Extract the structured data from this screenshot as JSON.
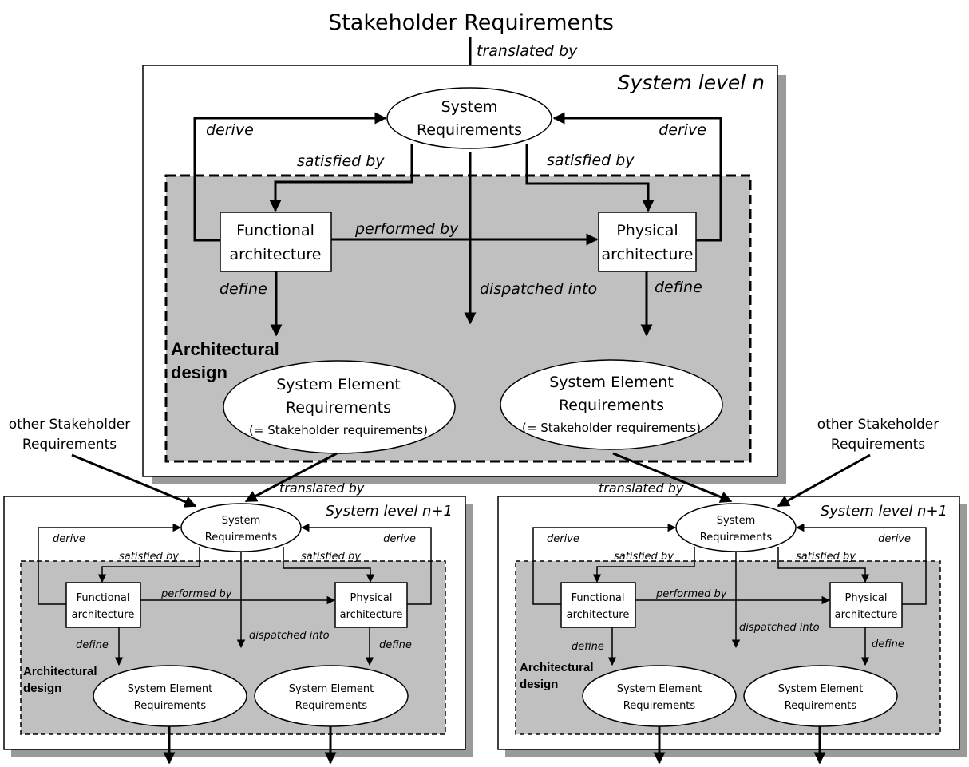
{
  "title": "Stakeholder Requirements",
  "top_translated": "translated by",
  "top": {
    "level": "System level n",
    "sysreq": [
      "System",
      "Requirements"
    ],
    "derive_left": "derive",
    "derive_right": "derive",
    "satisfied_left": "satisfied by",
    "satisfied_right": "satisfied by",
    "functional": [
      "Functional",
      "architecture"
    ],
    "physical": [
      "Physical",
      "architecture"
    ],
    "performed": "performed by",
    "define_left": "define",
    "define_right": "define",
    "dispatched": "dispatched into",
    "arch": [
      "Architectural",
      "design"
    ],
    "ser_left": [
      "System Element",
      "Requirements",
      "(= Stakeholder requirements)"
    ],
    "ser_right": [
      "System Element",
      "Requirements",
      "(= Stakeholder requirements)"
    ]
  },
  "other_left": [
    "other Stakeholder",
    "Requirements"
  ],
  "other_right": [
    "other Stakeholder",
    "Requirements"
  ],
  "translated_left": "translated by",
  "translated_right": "translated by",
  "sub_left": {
    "level": "System level n+1",
    "sysreq": [
      "System",
      "Requirements"
    ],
    "derive_left": "derive",
    "derive_right": "derive",
    "satisfied_left": "satisfied by",
    "satisfied_right": "satisfied by",
    "functional": [
      "Functional",
      "architecture"
    ],
    "physical": [
      "Physical",
      "architecture"
    ],
    "performed": "performed by",
    "define_left": "define",
    "define_right": "define",
    "dispatched": "dispatched into",
    "arch": [
      "Architectural",
      "design"
    ],
    "ser_left": [
      "System Element",
      "Requirements"
    ],
    "ser_right": [
      "System Element",
      "Requirements"
    ]
  },
  "sub_right": {
    "level": "System level n+1",
    "sysreq": [
      "System",
      "Requirements"
    ],
    "derive_left": "derive",
    "derive_right": "derive",
    "satisfied_left": "satisfied by",
    "satisfied_right": "satisfied by",
    "functional": [
      "Functional",
      "architecture"
    ],
    "physical": [
      "Physical",
      "architecture"
    ],
    "performed": "performed by",
    "define_left": "define",
    "define_right": "define",
    "dispatched": "dispatched into",
    "arch": [
      "Architectural",
      "design"
    ],
    "ser_left": [
      "System Element",
      "Requirements"
    ],
    "ser_right": [
      "System Element",
      "Requirements"
    ]
  },
  "colors": {
    "shadow": "#9a9a9a",
    "design_fill": "#c0c0c0",
    "line": "#000000",
    "box": "#ffffff"
  }
}
